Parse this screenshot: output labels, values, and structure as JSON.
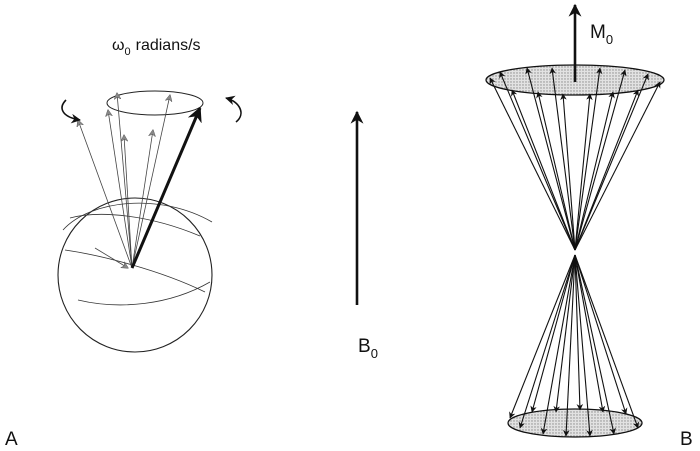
{
  "labels": {
    "omega_symbol": "ω",
    "omega_subscript": "0",
    "omega_unit": "radians/s",
    "b_field": "B",
    "b_field_subscript": "0",
    "magnetization": "M",
    "magnetization_subscript": "0",
    "panel_a": "A",
    "panel_b": "B"
  },
  "colors": {
    "ink": "#111111",
    "arrow_gray": "#8c8c8c",
    "disk_fill": "#cfcfcf"
  },
  "icons": [
    "precession-arrow-left-icon",
    "precession-arrow-right-icon"
  ]
}
